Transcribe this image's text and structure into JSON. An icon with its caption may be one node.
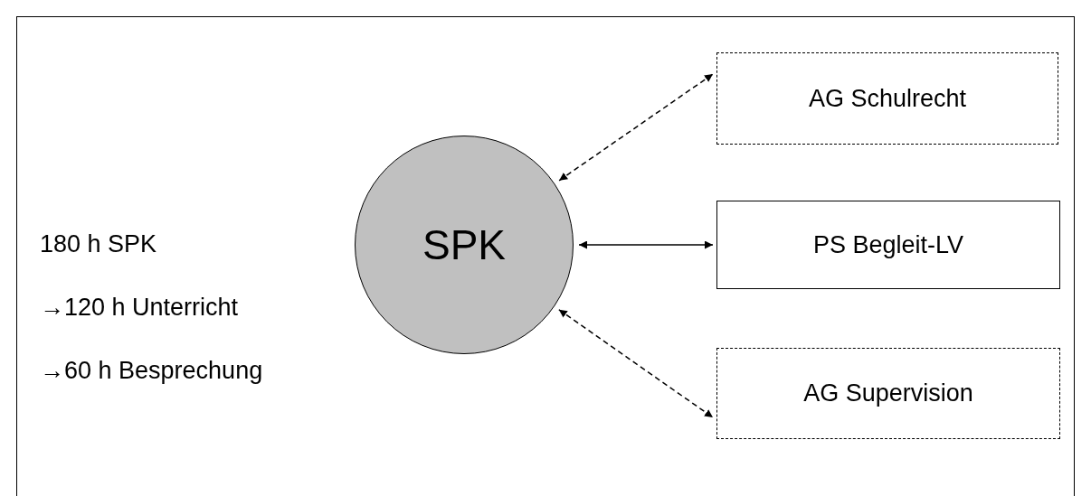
{
  "diagram": {
    "nodes": [
      {
        "text": [
          "SPK"
        ]
      },
      {
        "text": [
          "AG Schulrecht"
        ]
      },
      {
        "text": [
          "PS Begleit-LV"
        ]
      },
      {
        "text": [
          "AG Supervision"
        ]
      }
    ],
    "edges": [
      {
        "from": 0,
        "to": 1,
        "arrow": "both",
        "style": "dashed"
      },
      {
        "from": 0,
        "to": 2,
        "arrow": "both"
      },
      {
        "from": 0,
        "to": 3,
        "arrow": "both",
        "style": "dashed"
      }
    ],
    "labels": [
      "180 h SPK",
      "→120 h Unterricht",
      "→60 h Besprechung"
    ]
  }
}
